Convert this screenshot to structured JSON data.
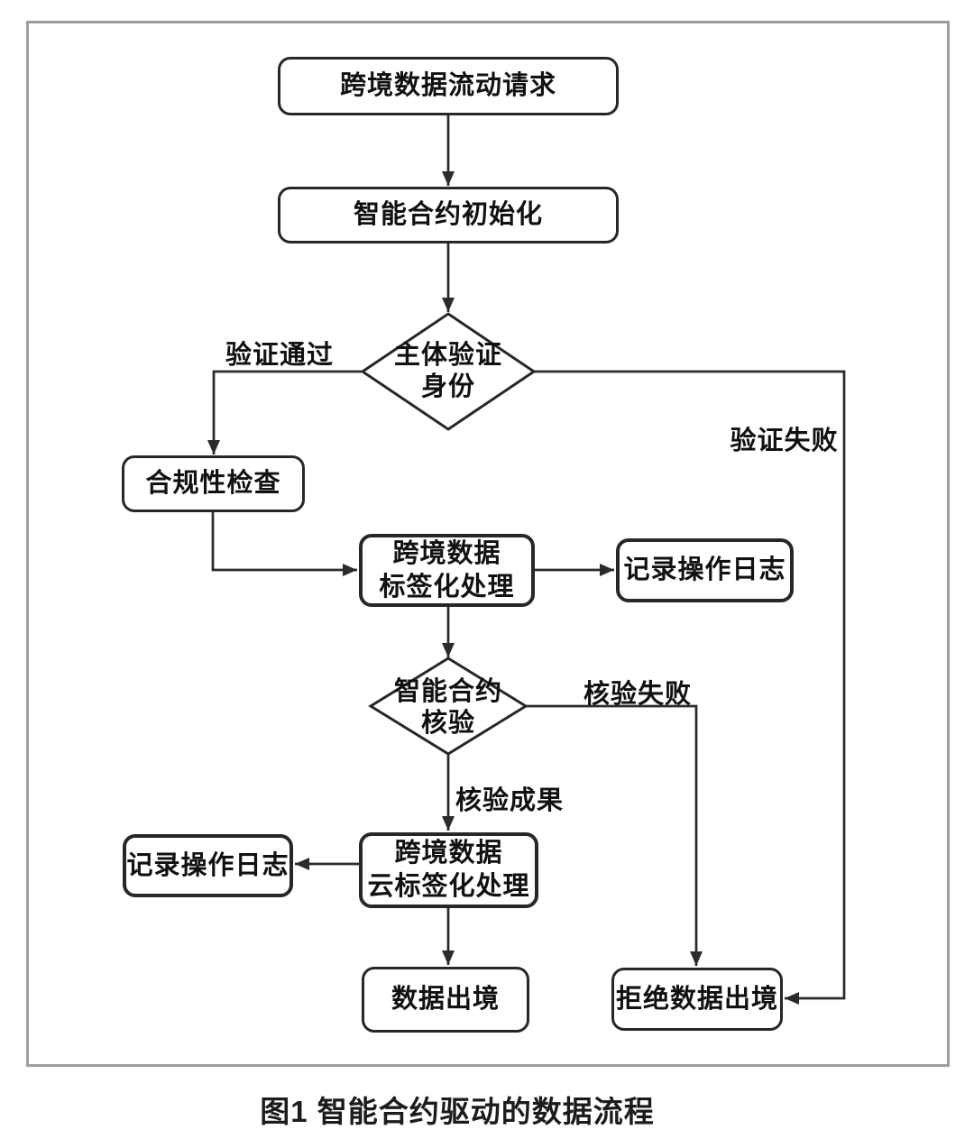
{
  "figure": {
    "caption": "图1  智能合约驱动的数据流程"
  },
  "nodes": {
    "request": {
      "label": "跨境数据流动请求"
    },
    "init": {
      "label": "智能合约初始化"
    },
    "identity_check": {
      "label": "主体验证\n身份"
    },
    "compliance": {
      "label": "合规性检查"
    },
    "tagging": {
      "label": "跨境数据\n标签化处理"
    },
    "log_right": {
      "label": "记录操作日志"
    },
    "contract_check": {
      "label": "智能合约\n核验"
    },
    "log_left": {
      "label": "记录操作日志"
    },
    "cloud_tagging": {
      "label": "跨境数据\n云标签化处理"
    },
    "data_exit": {
      "label": "数据出境"
    },
    "reject_exit": {
      "label": "拒绝数据出境"
    }
  },
  "edge_labels": {
    "verify_pass": "验证通过",
    "verify_fail": "验证失败",
    "check_fail": "核验失败",
    "check_result": "核验成果"
  },
  "colors": {
    "line": "#2b2b2b",
    "text": "#111111",
    "frame_border": "#9e9e9e",
    "background": "#ffffff"
  }
}
